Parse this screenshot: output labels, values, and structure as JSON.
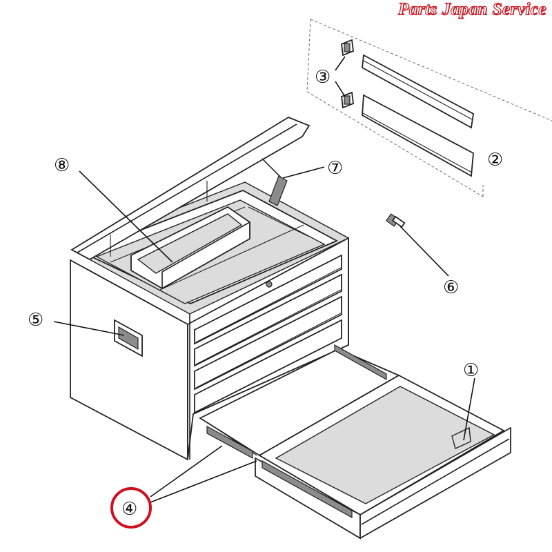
{
  "watermark": {
    "text": "Parts Japan Service",
    "color": "#c8202a"
  },
  "callouts": [
    {
      "id": "1",
      "label": "①"
    },
    {
      "id": "2",
      "label": "②"
    },
    {
      "id": "3",
      "label": "③"
    },
    {
      "id": "4",
      "label": "④",
      "highlighted": true,
      "highlight_color": "#d01020"
    },
    {
      "id": "5",
      "label": "⑤"
    },
    {
      "id": "6",
      "label": "⑥"
    },
    {
      "id": "7",
      "label": "⑦"
    },
    {
      "id": "8",
      "label": "⑧"
    }
  ]
}
